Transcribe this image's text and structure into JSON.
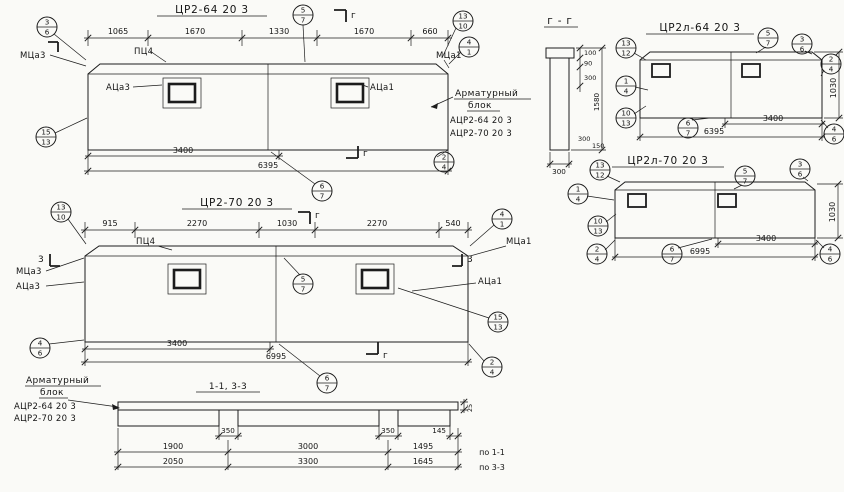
{
  "d1": {
    "title": "ЦР2-64 20 3",
    "dims_top": [
      "1065",
      "1670",
      "1330",
      "1670",
      "660"
    ],
    "dim_a": "3400",
    "dim_b": "6395",
    "mca3": "МЦа3",
    "pc4": "ПЦ4",
    "aca3": "АЦа3",
    "mca1": "МЦа1",
    "aca1": "АЦа1",
    "sec_g_top": "г",
    "sec_g_bot": "г",
    "callouts": [
      [
        "3",
        "6"
      ],
      [
        "5",
        "7"
      ],
      [
        "13",
        "10"
      ],
      [
        "4",
        "1"
      ],
      [
        "15",
        "13"
      ],
      [
        "2",
        "4"
      ],
      [
        "6",
        "7"
      ]
    ],
    "note": [
      "Арматурный",
      "блок",
      "АЦР2-64 20 3",
      "АЦР2-70 20 3"
    ]
  },
  "d2": {
    "title": "ЦР2-70 20 3",
    "dims_top": [
      "915",
      "2270",
      "1030",
      "2270",
      "540"
    ],
    "dim_a": "3400",
    "dim_b": "6995",
    "mca3": "МЦа3",
    "pc4": "ПЦ4",
    "aca3": "АЦа3",
    "mca1": "МЦа1",
    "aca1": "АЦа1",
    "sec_g_top": "г",
    "sec_g_bot": "г",
    "sec_3_l": "3",
    "sec_3_r": "3",
    "callouts": [
      [
        "13",
        "10"
      ],
      [
        "4",
        "1"
      ],
      [
        "5",
        "7"
      ],
      [
        "15",
        "13"
      ],
      [
        "4",
        "6"
      ],
      [
        "2",
        "4"
      ],
      [
        "6",
        "7"
      ]
    ]
  },
  "d3": {
    "title": "1-1, 3-3",
    "note": [
      "Арматурный",
      "блок",
      "АЦР2-64 20 3",
      "АЦР2-70 20 3"
    ],
    "dim_350_1": "350",
    "dim_350_2": "350",
    "dim_145": "145",
    "dim_25": "25",
    "row1": [
      "1900",
      "3000",
      "1495",
      "по 1-1"
    ],
    "row2": [
      "2050",
      "3300",
      "1645",
      "по 3-3"
    ]
  },
  "gg": {
    "title": "г - г",
    "d100": "100",
    "d90": "90",
    "d300a": "300",
    "d1580": "1580",
    "d300b": "300",
    "d150": "150",
    "d300c": "300"
  },
  "d4": {
    "title": "ЦР2л-64 20 3",
    "dim_a": "3400",
    "dim_b": "6395",
    "dim_h": "1030",
    "callouts": [
      [
        "13",
        "12"
      ],
      [
        "1",
        "4"
      ],
      [
        "10",
        "13"
      ],
      [
        "5",
        "7"
      ],
      [
        "3",
        "6"
      ],
      [
        "2",
        "4"
      ],
      [
        "6",
        "7"
      ],
      [
        "4",
        "6"
      ]
    ]
  },
  "d5": {
    "title": "ЦР2л-70 20 3",
    "dim_a": "3400",
    "dim_b": "6995",
    "dim_h": "1030",
    "callouts": [
      [
        "13",
        "12"
      ],
      [
        "1",
        "4"
      ],
      [
        "10",
        "13"
      ],
      [
        "5",
        "7"
      ],
      [
        "3",
        "6"
      ],
      [
        "2",
        "4"
      ],
      [
        "6",
        "7"
      ],
      [
        "4",
        "6"
      ]
    ]
  }
}
